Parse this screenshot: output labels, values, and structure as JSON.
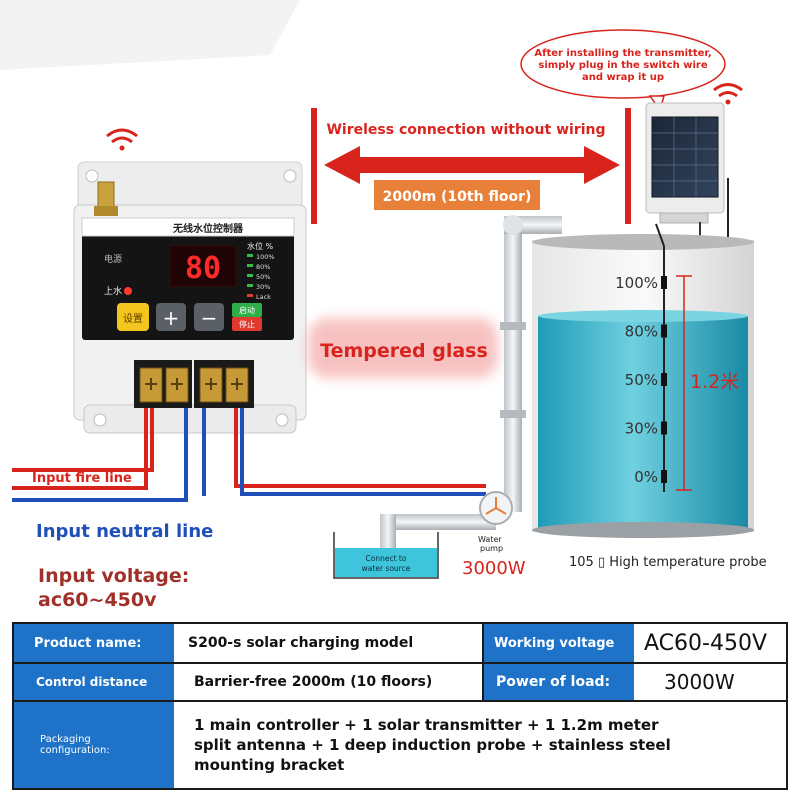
{
  "controller": {
    "header": "无线水位控制器",
    "level_title": "水位 %",
    "levels": [
      "100%",
      "80%",
      "50%",
      "30%",
      "Lack"
    ],
    "display": "80",
    "label_power": "电源",
    "label_fill": "上水",
    "btn_set": "设置",
    "btn_plus": "+",
    "btn_minus": "−",
    "btn_start": "启动",
    "btn_stop": "停止"
  },
  "diagram": {
    "wireless_label": "Wireless connection without wiring",
    "distance_badge": "2000m (10th floor)",
    "transmitter_note_1": "After installing the transmitter,",
    "transmitter_note_2": "simply plug in the switch wire",
    "transmitter_note_3": "and wrap it up",
    "tempered_glass": "Tempered glass",
    "tank_levels": [
      "100%",
      "80%",
      "50%",
      "30%",
      "0%"
    ],
    "probe_length": "1.2米",
    "water_source": "Connect to\nwater source",
    "pump_label_1": "Water",
    "pump_label_2": "pump",
    "pump_power": "3000W",
    "probe_caption": "105 ▯ High temperature probe",
    "input_fire": "Input fire line",
    "input_neutral": "Input neutral line",
    "input_voltage_1": "Input voltage:",
    "input_voltage_2": "ac60~450v"
  },
  "table": {
    "product_name_label": "Product name:",
    "product_name_value": "S200-s solar charging model",
    "working_voltage_label": "Working voltage",
    "working_voltage_value": "AC60-450V",
    "control_distance_label": "Control distance",
    "control_distance_value": "Barrier-free 2000m (10 floors)",
    "power_load_label": "Power of load:",
    "power_load_value": "3000W",
    "packaging_label_1": "Packaging",
    "packaging_label_2": "configuration:",
    "packaging_line_1": "1 main controller + 1 solar transmitter + 1 1.2m meter",
    "packaging_line_2": "split antenna + 1 deep induction probe + stainless steel",
    "packaging_line_3": "mounting bracket"
  },
  "colors": {
    "accent_red": "#d8241c",
    "table_blue": "#1e73c8",
    "water_teal": "#3ab0c7",
    "wire_blue": "#1f4fb8",
    "badge_orange": "#e8803a"
  }
}
